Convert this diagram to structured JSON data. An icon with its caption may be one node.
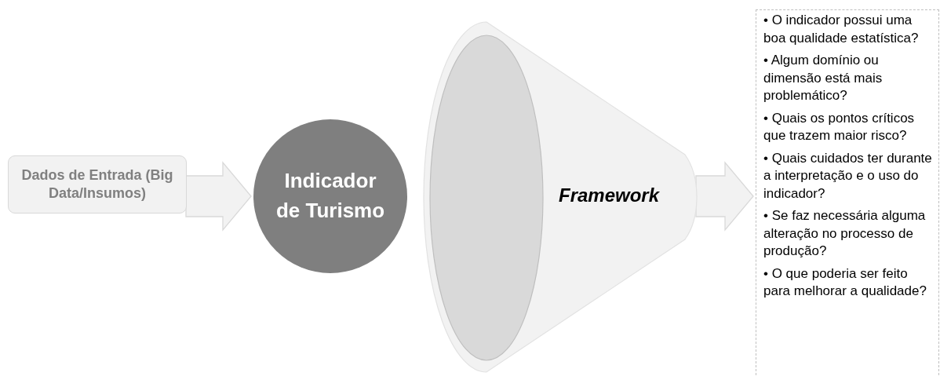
{
  "diagram": {
    "nodes": [
      {
        "text": [
          "Dados de Entrada (Big Data/Insumos)"
        ]
      },
      {
        "text": [
          "Indicador de Turismo"
        ]
      },
      {
        "text": [
          "Framework"
        ]
      },
      {
        "text": [
          "• O indicador possui uma boa qualidade estatística?",
          "• Algum domínio ou dimensão está mais problemático?",
          "• Quais os pontos críticos que trazem maior risco?",
          "• Quais cuidados ter durante a interpretação e o uso do indicador?",
          "• Se faz necessária alguma alteração no processo de produção?",
          "• O que poderia ser feito para melhorar a qualidade?"
        ]
      }
    ],
    "edges": [
      {
        "from": 0,
        "to": 1,
        "arrow": "to"
      },
      {
        "from": 2,
        "to": 3,
        "arrow": "to"
      }
    ]
  }
}
